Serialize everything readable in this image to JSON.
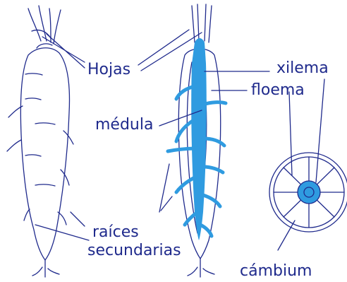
{
  "labels": {
    "hojas": "Hojas",
    "xilema": "xilema",
    "floema": "floema",
    "medula": "médula",
    "raices_line1": "raíces",
    "raices_line2": "secundarias",
    "cambium": "cámbium"
  },
  "colors": {
    "outline": "#1f2a8c",
    "xylem_blue": "#2f9be0",
    "text": "#1f2a8c"
  }
}
